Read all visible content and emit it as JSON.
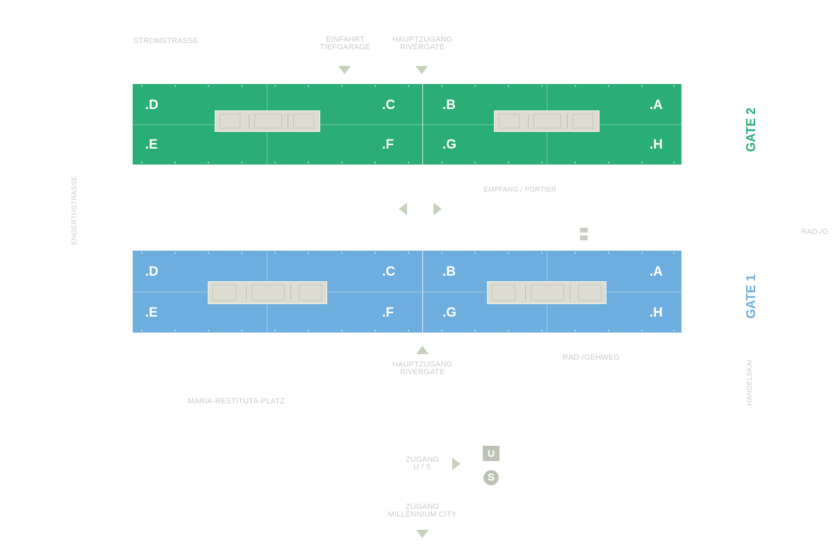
{
  "colors": {
    "gate2": "#2bad76",
    "gate1": "#6eaede",
    "label": "#c6ccc4",
    "arrow": "#c6d2bd"
  },
  "labels": {
    "stromstrasse": "STROMSTRASSE",
    "einfahrt_line1": "EINFAHRT",
    "einfahrt_line2": "TIEFGARAGE",
    "hauptzugang_top_line1": "HAUPTZUGANG",
    "hauptzugang_top_line2": "RIVERGATE",
    "empfang": "EMPFANG / PORTIER",
    "engerthstrasse": "ENGERTHSTRASSE",
    "rad_right": "RAD-/G",
    "hauptzugang_bottom_line1": "HAUPTZUGANG",
    "hauptzugang_bottom_line2": "RIVERGATE",
    "radgehweg": "RAD-/GEHWEG",
    "handelskai": "HANDELSKAI",
    "maria_restituta": "MARIA-RESTITUTA-PLATZ",
    "zugang_us_line1": "ZUGANG",
    "zugang_us_line2": "U / S",
    "zugang_mc_line1": "ZUGANG",
    "zugang_mc_line2": "MILLENNIUM CITY",
    "u_badge": "U",
    "s_badge": "S"
  },
  "gate2": {
    "title": "GATE 2",
    "units": {
      "d": ".D",
      "c": ".C",
      "b": ".B",
      "a": ".A",
      "e": ".E",
      "f": ".F",
      "g": ".G",
      "h": ".H"
    }
  },
  "gate1": {
    "title": "GATE 1",
    "units": {
      "d": ".D",
      "c": ".C",
      "b": ".B",
      "a": ".A",
      "e": ".E",
      "f": ".F",
      "g": ".G",
      "h": ".H"
    }
  },
  "icons": {
    "arrow_einfahrt": "down-arrow-icon",
    "arrow_hauptzugang_top": "down-arrow-icon",
    "arrow_left": "left-arrow-icon",
    "arrow_right": "right-arrow-icon",
    "arrow_hauptzugang_bottom": "up-arrow-icon",
    "arrow_zugang_us": "right-arrow-icon",
    "arrow_zugang_mc": "down-arrow-icon",
    "portier": "reception-icon",
    "u_bahn": "u-bahn-icon",
    "s_bahn": "s-bahn-icon"
  }
}
